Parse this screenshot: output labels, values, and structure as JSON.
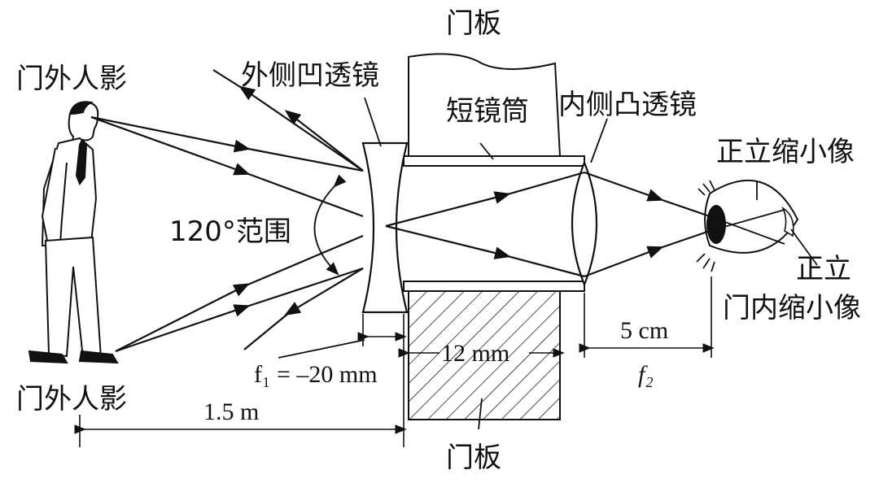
{
  "labels": {
    "person_top": "门外人影",
    "person_bottom": "门外人影",
    "concave_lens": "外侧凹透镜",
    "door_top": "门板",
    "door_bottom": "门板",
    "tube": "短镜筒",
    "convex_lens": "内侧凸透镜",
    "upright_small_image": "正立缩小像",
    "inner_image_line1": "正立",
    "inner_image_line2": "门内缩小像",
    "view_angle": "120°范围",
    "focal_1": "f₁ = –20 mm",
    "tube_length": "12 mm",
    "focal_2_distance": "5 cm",
    "focal_2": "f₂",
    "person_distance": "1.5 m"
  }
}
